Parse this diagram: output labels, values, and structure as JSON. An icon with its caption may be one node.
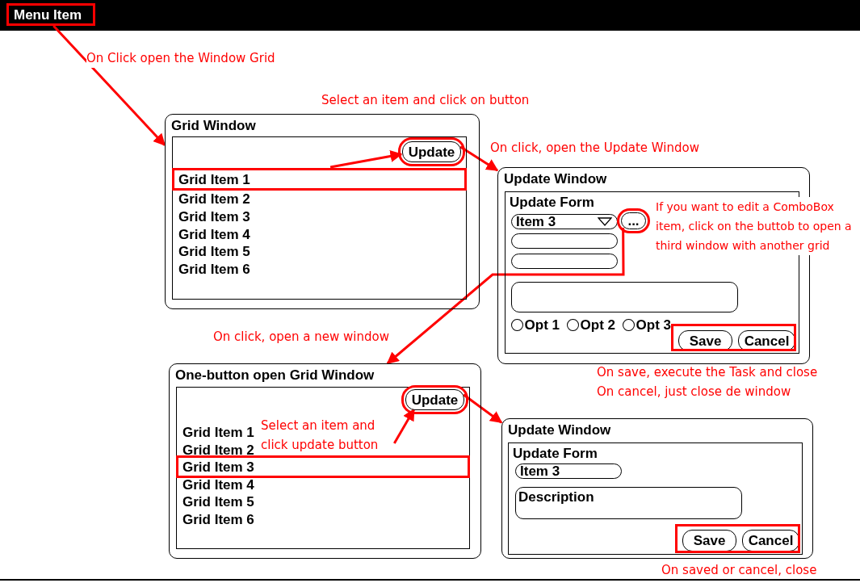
{
  "diagram": {
    "nodes": [
      {
        "text": [
          "Menu Item"
        ]
      },
      {
        "text": [
          "Grid Window"
        ]
      },
      {
        "text": [
          "Update"
        ],
        "in": 1
      },
      {
        "text": [
          "Grid Item 1"
        ],
        "in": 1
      },
      {
        "text": [
          "Grid Item 2"
        ],
        "in": 1
      },
      {
        "text": [
          "Grid Item 3"
        ],
        "in": 1
      },
      {
        "text": [
          "Grid Item 4"
        ],
        "in": 1
      },
      {
        "text": [
          "Grid Item 5"
        ],
        "in": 1
      },
      {
        "text": [
          "Grid Item 6"
        ],
        "in": 1
      },
      {
        "text": [
          "Update Window"
        ]
      },
      {
        "text": [
          "Update Form"
        ],
        "in": 9
      },
      {
        "text": [
          "Item 3"
        ],
        "in": 10
      },
      {
        "text": [
          "..."
        ],
        "in": 10
      },
      {
        "text": [],
        "shape": "box",
        "in": 10
      },
      {
        "text": [],
        "shape": "box",
        "in": 10
      },
      {
        "text": [],
        "shape": "box",
        "in": 10
      },
      {
        "text": [
          "Opt 1"
        ],
        "in": 10
      },
      {
        "text": [
          "Opt 2"
        ],
        "in": 10
      },
      {
        "text": [
          "Opt 3"
        ],
        "in": 10
      },
      {
        "text": [
          "Save"
        ],
        "in": 10
      },
      {
        "text": [
          "Cancel"
        ],
        "in": 10
      },
      {
        "text": [
          "One-button open Grid Window"
        ]
      },
      {
        "text": [
          "Update"
        ],
        "in": 21
      },
      {
        "text": [
          "Select an item and click update button"
        ],
        "in": 21
      },
      {
        "text": [
          "Grid Item 1"
        ],
        "in": 21
      },
      {
        "text": [
          "Grid Item 2"
        ],
        "in": 21
      },
      {
        "text": [
          "Grid Item 3"
        ],
        "in": 21
      },
      {
        "text": [
          "Grid Item 4"
        ],
        "in": 21
      },
      {
        "text": [
          "Grid Item 5"
        ],
        "in": 21
      },
      {
        "text": [
          "Grid Item 6"
        ],
        "in": 21
      },
      {
        "text": [
          "Update Window"
        ]
      },
      {
        "text": [
          "Update Form"
        ],
        "in": 30
      },
      {
        "text": [
          "Item 3"
        ],
        "in": 31
      },
      {
        "text": [
          "Description"
        ],
        "in": 31
      },
      {
        "text": [
          "Save"
        ],
        "in": 31
      },
      {
        "text": [
          "Cancel"
        ],
        "in": 31
      }
    ],
    "edges": [
      {
        "from": 0,
        "to": 1,
        "arrow": "to",
        "label": "On Click open the Window Grid"
      },
      {
        "from": 3,
        "to": 2,
        "arrow": "to"
      },
      {
        "from": 2,
        "to": 9,
        "arrow": "to",
        "label": "On click, open the Update Window"
      },
      {
        "from": 12,
        "to": 21,
        "arrow": "to",
        "label": "On click, open a new window"
      },
      {
        "from": 23,
        "to": 22,
        "arrow": "to"
      },
      {
        "from": 22,
        "to": 30,
        "arrow": "to"
      }
    ],
    "labels": [
      "Select an item and click on button",
      "If you want to edit a ComboBox item, click on the buttob to open a third window with another grid",
      "On save, execute the Task and close",
      "On cancel, just close de window",
      "On saved or cancel, close"
    ]
  }
}
